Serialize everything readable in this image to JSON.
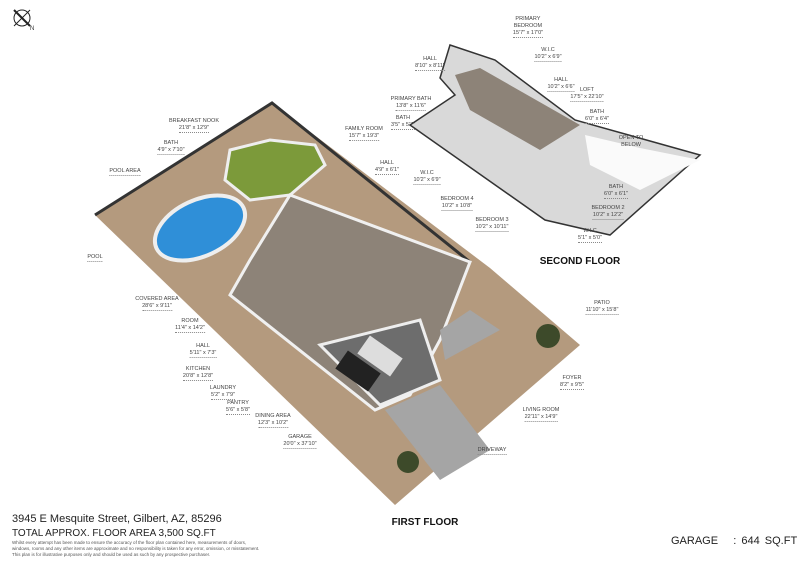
{
  "compass": {
    "label": "N",
    "icon": "north-arrow-icon"
  },
  "second_floor": {
    "title": "SECOND FLOOR",
    "rooms": [
      {
        "name": "PRIMARY BEDROOM",
        "dims": "15'7\" x 17'0\""
      },
      {
        "name": "W.I.C",
        "dims": "10'2\" x 6'9\""
      },
      {
        "name": "HALL",
        "dims": "8'10\" x 8'11\""
      },
      {
        "name": "HALL",
        "dims": "10'2\" x 6'6\""
      },
      {
        "name": "LOFT",
        "dims": "17'5\" x 22'10\""
      },
      {
        "name": "PRIMARY BATH",
        "dims": "13'8\" x 11'6\""
      },
      {
        "name": "BATH",
        "dims": "3'5\" x 5'7\""
      },
      {
        "name": "BATH",
        "dims": "6'0\" x 6'4\""
      },
      {
        "name": "OPEN TO BELOW",
        "dims": ""
      },
      {
        "name": "W.I.C",
        "dims": "10'2\" x 6'9\""
      },
      {
        "name": "BATH",
        "dims": "6'0\" x 6'1\""
      },
      {
        "name": "BEDROOM 4",
        "dims": "10'2\" x 10'8\""
      },
      {
        "name": "BEDROOM 2",
        "dims": "10'2\" x 12'2\""
      },
      {
        "name": "BEDROOM 3",
        "dims": "10'2\" x 10'11\""
      },
      {
        "name": "W.I.C",
        "dims": "5'1\" x 5'0\""
      }
    ]
  },
  "first_floor": {
    "title": "FIRST FLOOR",
    "rooms": [
      {
        "name": "BREAKFAST NOOK",
        "dims": "21'8\" x 12'9\""
      },
      {
        "name": "BATH",
        "dims": "4'9\" x 7'10\""
      },
      {
        "name": "FAMILY ROOM",
        "dims": "15'7\" x 19'3\""
      },
      {
        "name": "HALL",
        "dims": "4'9\" x 6'1\""
      },
      {
        "name": "POOL AREA",
        "dims": ""
      },
      {
        "name": "POOL",
        "dims": ""
      },
      {
        "name": "COVERED AREA",
        "dims": "28'6\" x 9'11\""
      },
      {
        "name": "ROOM",
        "dims": "11'4\" x 14'2\""
      },
      {
        "name": "HALL",
        "dims": "5'11\" x 7'3\""
      },
      {
        "name": "KITCHEN",
        "dims": "20'8\" x 12'8\""
      },
      {
        "name": "LAUNDRY",
        "dims": "5'2\" x 7'9\""
      },
      {
        "name": "PANTRY",
        "dims": "5'6\" x 5'8\""
      },
      {
        "name": "DINING AREA",
        "dims": "12'3\" x 10'2\""
      },
      {
        "name": "GARAGE",
        "dims": "20'0\" x 37'10\""
      },
      {
        "name": "PATIO",
        "dims": "11'10\" x 15'8\""
      },
      {
        "name": "FOYER",
        "dims": "8'2\" x 9'5\""
      },
      {
        "name": "LIVING ROOM",
        "dims": "22'11\" x 14'9\""
      },
      {
        "name": "DRIVEWAY",
        "dims": ""
      }
    ]
  },
  "footer": {
    "address": "3945 E Mesquite Street, Gilbert, AZ, 85296",
    "total_area": "TOTAL APPROX. FLOOR AREA 3,500 SQ.FT",
    "disclaimer_1": "Whilst every attempt has been made to ensure the accuracy of the floor plan contained here, measurements of doors,",
    "disclaimer_2": "windows, rooms and any other items are approximate and no responsibility is taken for any error, omission, or misstatement.",
    "disclaimer_3": "This plan is for illustrative purposes only and should be used as such by any prospective purchaser.",
    "garage_label": "GARAGE",
    "garage_sep": ":",
    "garage_area": "644 SQ.FT"
  },
  "colors": {
    "gravel": "#b49a7e",
    "pool": "#2f8fd8",
    "lawn": "#7c9a3a",
    "floor": "#8d8378",
    "wall": "#e8e8e8",
    "concrete": "#a5a5a5"
  }
}
